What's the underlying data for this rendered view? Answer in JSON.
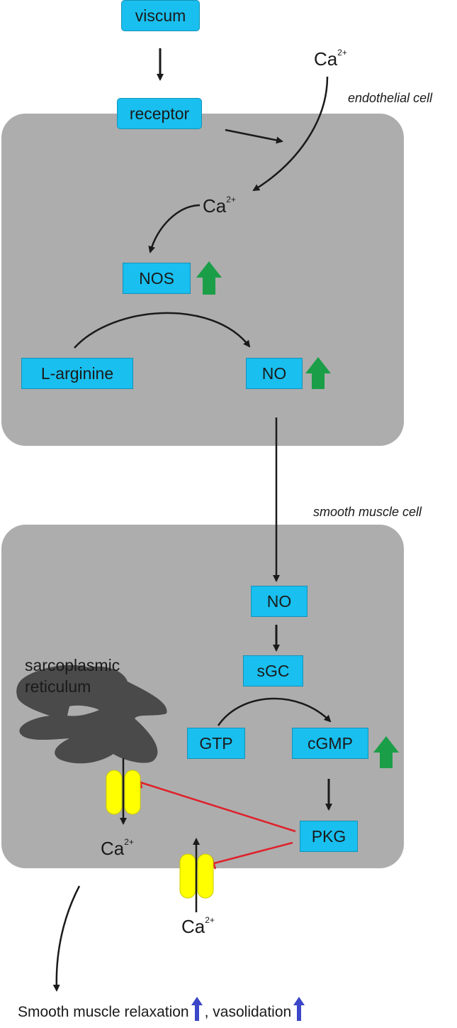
{
  "labels": {
    "endothelial_cell": "endothelial cell",
    "smooth_muscle_cell": "smooth muscle cell",
    "sarcoplasmic_reticulum_line1": "sarcoplasmic",
    "sarcoplasmic_reticulum_line2": "reticulum",
    "ca_base": "Ca",
    "ca_charge": "2+"
  },
  "boxes": {
    "viscum": "viscum",
    "receptor": "receptor",
    "nos": "NOS",
    "l_arginine": "L-arginine",
    "no_endothelial": "NO",
    "no_smooth": "NO",
    "sgc": "sGC",
    "gtp": "GTP",
    "cgmp": "cGMP",
    "pkg": "PKG"
  },
  "bottom": {
    "part1": "Smooth muscle relaxation",
    "part2": ", vasolidation"
  },
  "colors": {
    "cell_fill": "#adadad",
    "box_fill": "#19bfef",
    "increase_arrow": "#1b9e48",
    "inhibition_line": "#e0202a",
    "channel_fill": "#ffff00",
    "reticulum_fill": "#4a4a4a",
    "effect_arrow": "#3b46c8"
  },
  "icons": {
    "increase": "green-up-arrow-icon",
    "effect": "blue-up-arrow-icon",
    "channel": "calcium-channel-icon"
  }
}
